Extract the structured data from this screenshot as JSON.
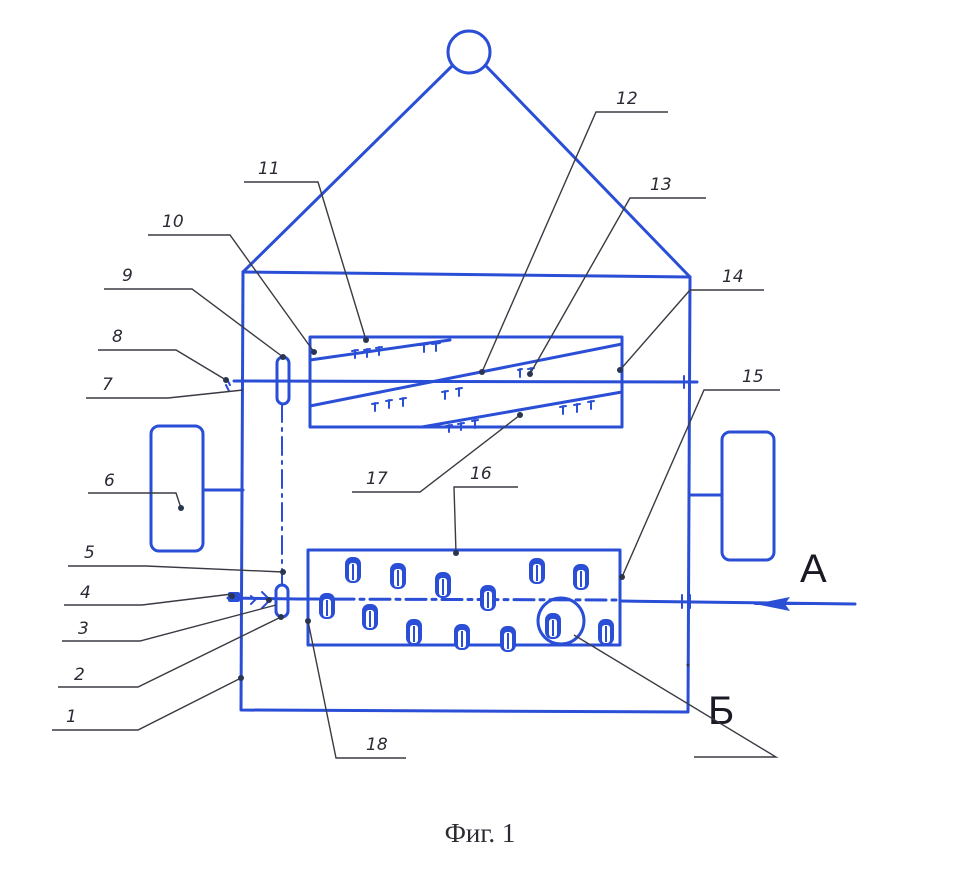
{
  "caption": "Фиг. 1",
  "view_labels": {
    "a": "А",
    "b": "Б"
  },
  "callouts": [
    "1",
    "2",
    "3",
    "4",
    "5",
    "6",
    "7",
    "8",
    "9",
    "10",
    "11",
    "12",
    "13",
    "14",
    "15",
    "16",
    "17",
    "18"
  ],
  "colors": {
    "drawing": "#2a4fd6",
    "leaders": "#3a3a44"
  }
}
